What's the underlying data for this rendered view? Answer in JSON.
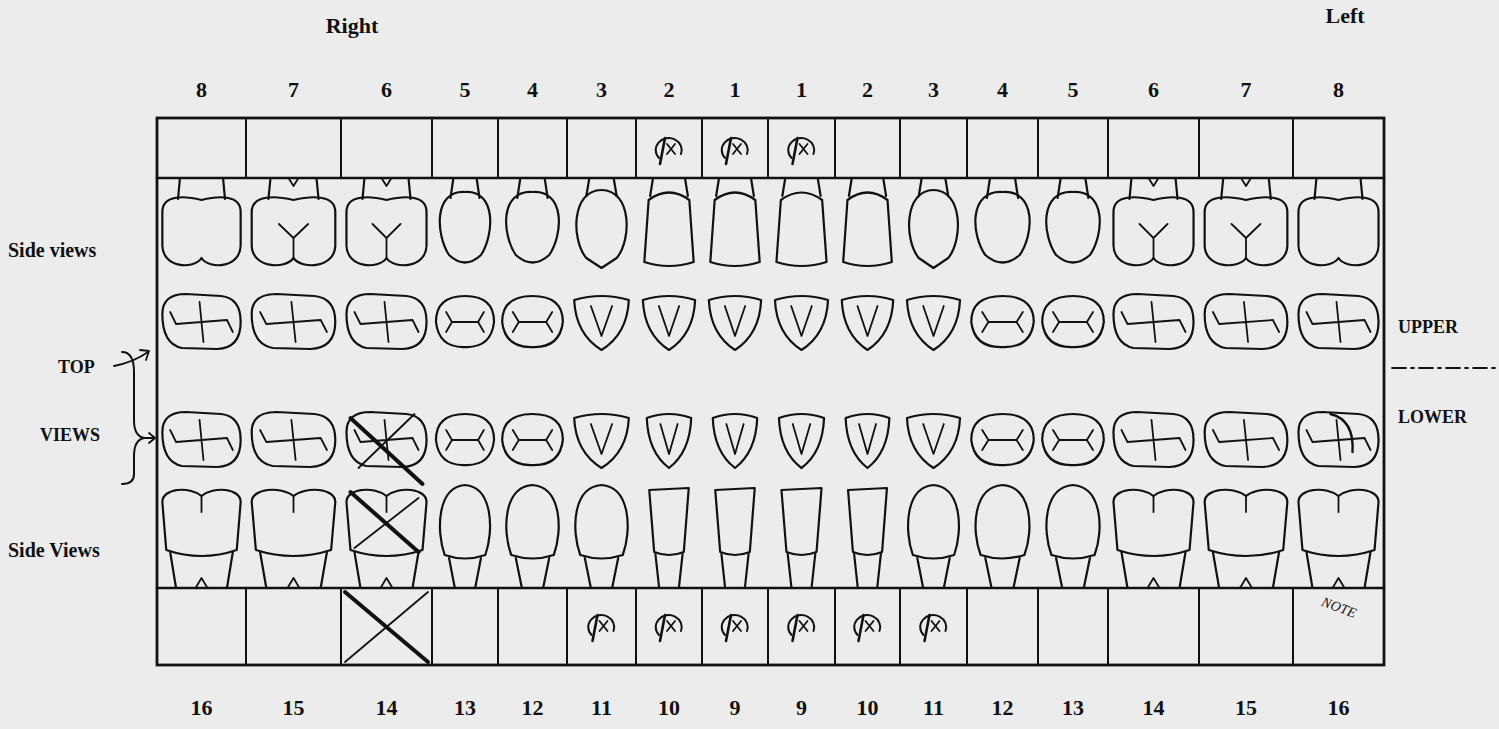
{
  "diagram": {
    "labels": [
      "Right",
      "Left",
      "8",
      "7",
      "6",
      "5",
      "4",
      "3",
      "2",
      "1",
      "1",
      "2",
      "3",
      "4",
      "5",
      "6",
      "7",
      "8",
      "Side views",
      "TOP",
      "VIEWS",
      "UPPER",
      "LOWER",
      "Side Views",
      "NOTE",
      "16",
      "15",
      "14",
      "13",
      "12",
      "11",
      "10",
      "9",
      "9",
      "10",
      "11",
      "12",
      "13",
      "14",
      "15",
      "16"
    ]
  }
}
